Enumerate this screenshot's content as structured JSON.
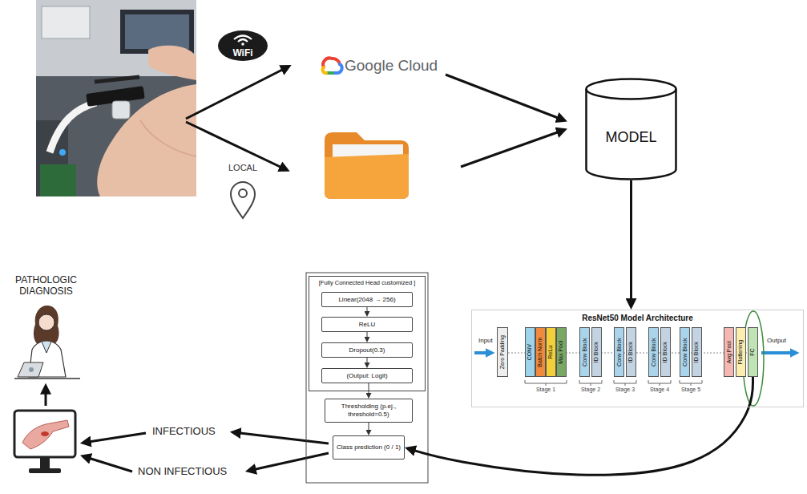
{
  "diagram": {
    "nodes": [
      {
        "text": [
          "WiFi"
        ]
      },
      {
        "text": [
          "MODEL"
        ]
      },
      {
        "text": [
          "ResNet50 Model Architecture"
        ]
      },
      {
        "text": [
          "Zero Padding"
        ],
        "in": 2
      },
      {
        "text": [
          "CONV"
        ],
        "in": 2
      },
      {
        "text": [
          "Batch Norm"
        ],
        "in": 2
      },
      {
        "text": [
          "ReLu"
        ],
        "in": 2
      },
      {
        "text": [
          "Max Pool"
        ],
        "in": 2
      },
      {
        "text": [
          "Conv Block"
        ],
        "in": 2
      },
      {
        "text": [
          "ID Block"
        ],
        "in": 2
      },
      {
        "text": [
          "Conv Block"
        ],
        "in": 2
      },
      {
        "text": [
          "ID Block"
        ],
        "in": 2
      },
      {
        "text": [
          "Conv Block"
        ],
        "in": 2
      },
      {
        "text": [
          "ID Block"
        ],
        "in": 2
      },
      {
        "text": [
          "Conv Block"
        ],
        "in": 2
      },
      {
        "text": [
          "ID Block"
        ],
        "in": 2
      },
      {
        "text": [
          "Avg Pool"
        ],
        "in": 2
      },
      {
        "text": [
          "Flattening"
        ],
        "in": 2
      },
      {
        "text": [
          "FC"
        ],
        "in": 2
      },
      {
        "text": [
          "[Fully Connected Head customized ]"
        ]
      },
      {
        "text": [
          "Linear(2048 → 256)"
        ],
        "in": 19
      },
      {
        "text": [
          "ReLU"
        ],
        "in": 19
      },
      {
        "text": [
          "Dropout(0.3)"
        ],
        "in": 19
      },
      {
        "text": [
          "(Output: Logit)"
        ],
        "in": 19
      },
      {
        "text": [
          "Thresholding (p.ej., threshold=0.5)"
        ]
      },
      {
        "text": [
          "Class prediction (0 / 1)"
        ]
      }
    ],
    "edges": [
      {
        "from": 1,
        "to": 2,
        "arrow": "to"
      },
      {
        "from": 20,
        "to": 21,
        "arrow": "to"
      },
      {
        "from": 21,
        "to": 22,
        "arrow": "to"
      },
      {
        "from": 22,
        "to": 23,
        "arrow": "to"
      },
      {
        "from": 23,
        "to": 24,
        "arrow": "to"
      },
      {
        "from": 24,
        "to": 25,
        "arrow": "to"
      },
      {
        "from": 18,
        "to": 25,
        "arrow": "to"
      }
    ],
    "labels": [
      "LOCAL",
      "Google Cloud",
      "PATHOLOGIC DIAGNOSIS",
      "INFECTIOUS",
      "NON INFECTIOUS",
      "Input",
      "Output",
      "Stage 1",
      "Stage 2",
      "Stage 3",
      "Stage 4",
      "Stage 5"
    ]
  }
}
